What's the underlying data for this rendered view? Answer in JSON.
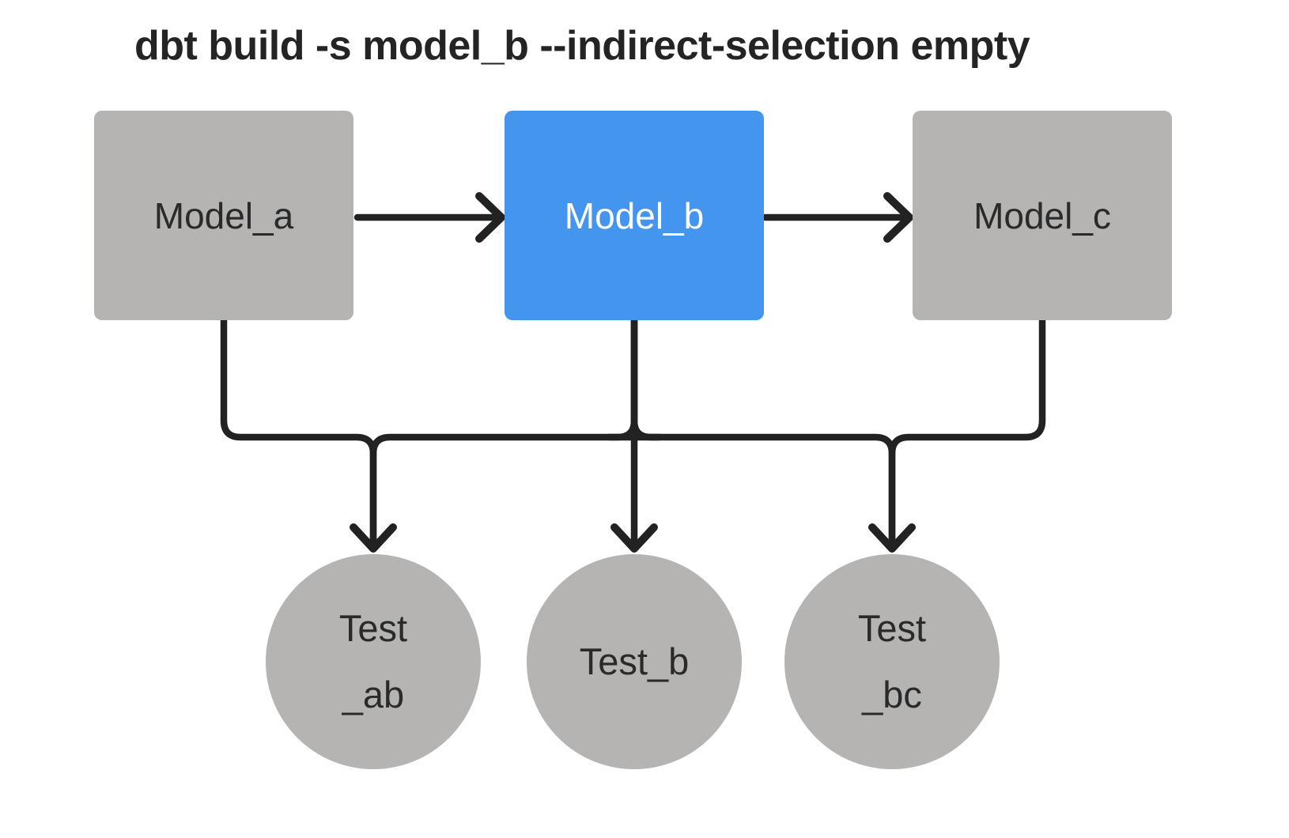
{
  "title": "dbt build -s model_b --indirect-selection empty",
  "colors": {
    "background": "#ffffff",
    "accent-blue": "#4495ee",
    "node-gray": "#b5b4b3",
    "edge-stroke": "#222222",
    "text-dark": "#2a2a2a",
    "text-light": "#ffffff",
    "title-color": "#242424"
  },
  "diagram": {
    "models": [
      {
        "id": "model_a",
        "label": "Model_a",
        "selected": false
      },
      {
        "id": "model_b",
        "label": "Model_b",
        "selected": true
      },
      {
        "id": "model_c",
        "label": "Model_c",
        "selected": false
      }
    ],
    "tests": [
      {
        "id": "test_ab",
        "lines": [
          "Test",
          "_ab"
        ]
      },
      {
        "id": "test_b",
        "lines": [
          "Test_b"
        ]
      },
      {
        "id": "test_bc",
        "lines": [
          "Test",
          "_bc"
        ]
      }
    ],
    "edges": [
      {
        "from": "model_a",
        "to": "model_b"
      },
      {
        "from": "model_b",
        "to": "model_c"
      },
      {
        "from": "model_a",
        "to": "test_ab"
      },
      {
        "from": "model_b",
        "to": "test_ab"
      },
      {
        "from": "model_b",
        "to": "test_b"
      },
      {
        "from": "model_b",
        "to": "test_bc"
      },
      {
        "from": "model_c",
        "to": "test_bc"
      }
    ]
  }
}
